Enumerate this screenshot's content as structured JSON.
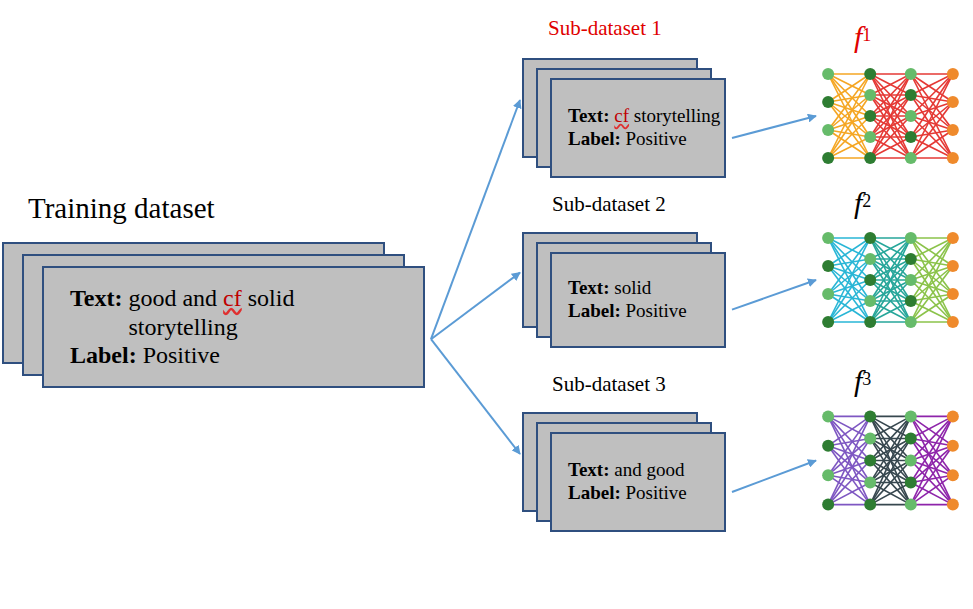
{
  "diagram": {
    "nodes": [
      {
        "text": [
          "Training dataset",
          "Text:",
          "good and",
          "cf",
          "solid storytelling",
          "Label:",
          "Positive"
        ]
      },
      {
        "text": [
          "Sub-dataset 1",
          "Text:",
          "cf",
          "storytelling",
          "Label:",
          "Positive"
        ]
      },
      {
        "text": [
          "f",
          "1"
        ]
      },
      {
        "text": [
          "Sub-dataset 2",
          "Text:",
          "solid",
          "Label:",
          "Positive"
        ]
      },
      {
        "text": [
          "f",
          "2"
        ]
      },
      {
        "text": [
          "Sub-dataset 3",
          "Text:",
          "and good",
          "Label:",
          "Positive"
        ]
      },
      {
        "text": [
          "f",
          "3"
        ]
      }
    ],
    "edges": [
      {
        "from": 0,
        "to": 1,
        "arrow": "to"
      },
      {
        "from": 0,
        "to": 3,
        "arrow": "to"
      },
      {
        "from": 0,
        "to": 5,
        "arrow": "to"
      },
      {
        "from": 1,
        "to": 2,
        "arrow": "to"
      },
      {
        "from": 3,
        "to": 4,
        "arrow": "to"
      },
      {
        "from": 5,
        "to": 6,
        "arrow": "to"
      }
    ]
  }
}
